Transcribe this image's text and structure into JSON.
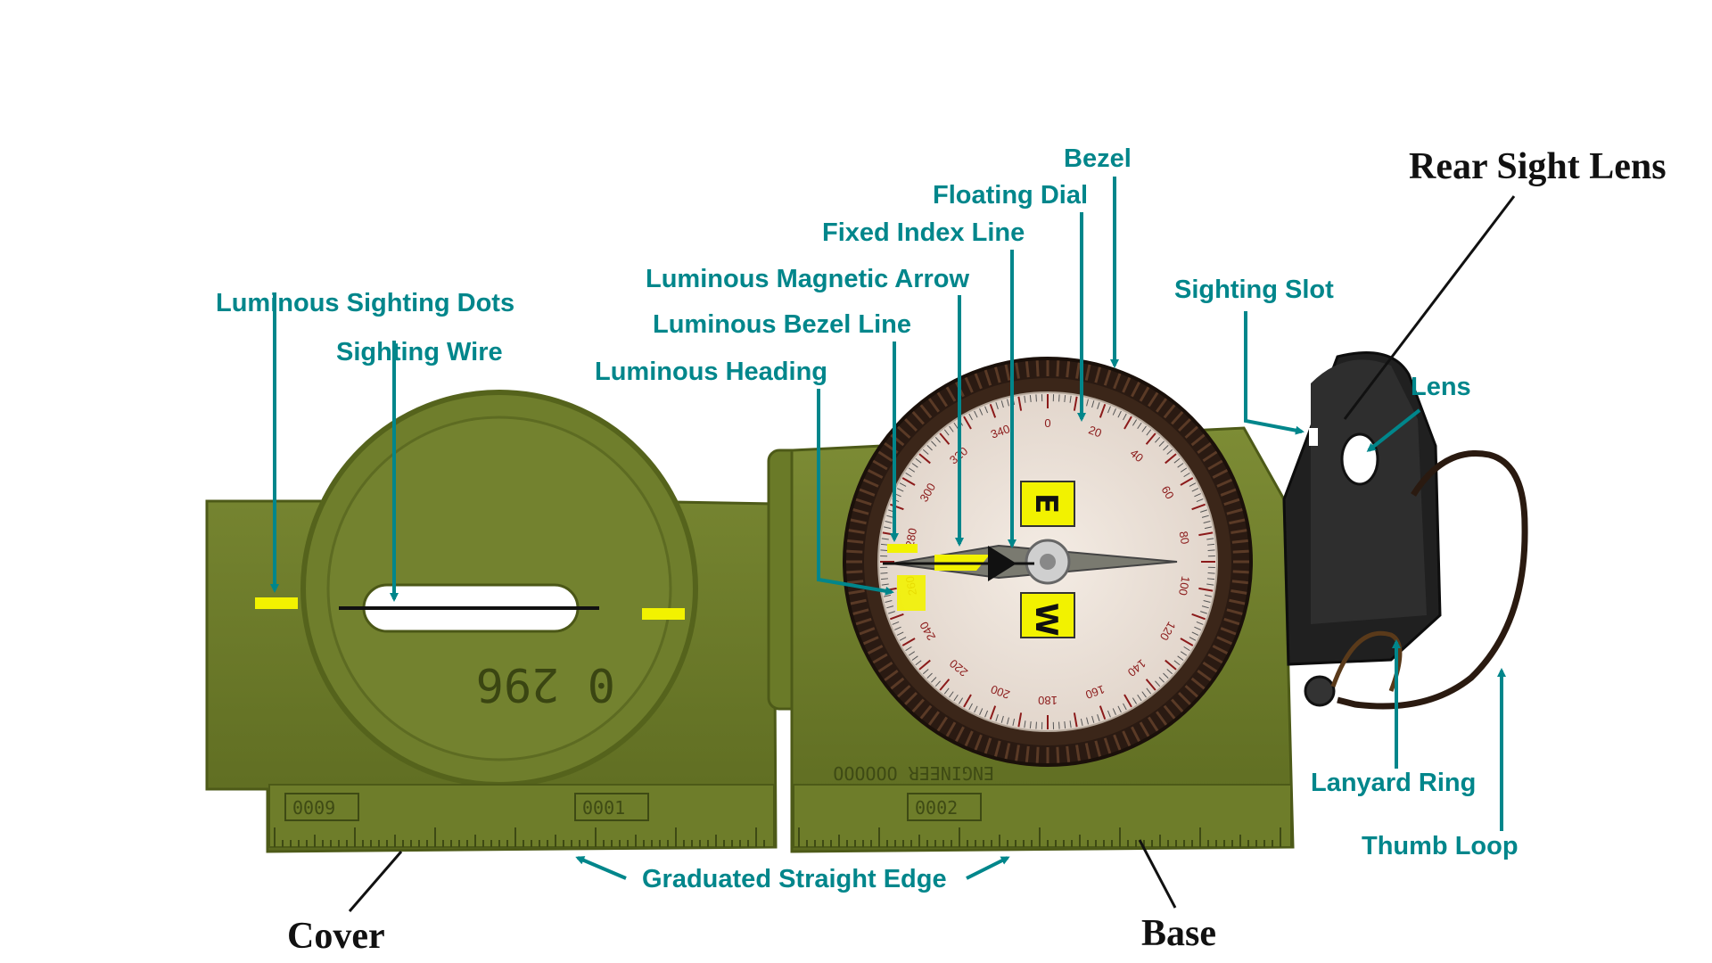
{
  "diagram": {
    "labels": {
      "bezel": "Bezel",
      "floating_dial": "Floating Dial",
      "fixed_index_line": "Fixed Index Line",
      "luminous_magnetic_arrow": "Luminous Magnetic Arrow",
      "luminous_bezel_line": "Luminous Bezel Line",
      "luminous_heading": "Luminous Heading",
      "luminous_sighting_dots": "Luminous Sighting Dots",
      "sighting_wire": "Sighting Wire",
      "sighting_slot": "Sighting Slot",
      "lens": "Lens",
      "rear_sight_lens": "Rear Sight Lens",
      "lanyard_ring": "Lanyard Ring",
      "thumb_loop": "Thumb Loop",
      "graduated_straight_edge": "Graduated Straight Edge",
      "cover": "Cover",
      "base": "Base"
    },
    "compass_markings": {
      "serial_number": "0 296",
      "ruler_cover_left": "0009",
      "ruler_cover_mid": "0001",
      "ruler_base": "0002",
      "maker_text": "ENGINEER  OOOOOO",
      "dial_letter_e": "E",
      "dial_letter_w": "W"
    },
    "colors": {
      "label_teal": "#00868b",
      "label_black": "#111111",
      "body_olive": "#6b7a2a",
      "luminous_yellow": "#f2f200"
    }
  }
}
